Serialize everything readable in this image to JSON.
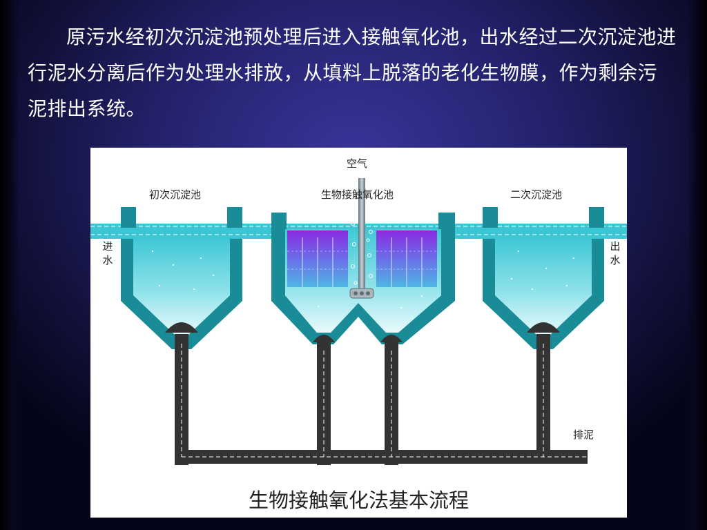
{
  "paragraph": "原污水经初次沉淀池预处理后进入接触氧化池，出水经过二次沉淀池进行泥水分离后作为处理水排放，从填料上脱落的老化生物膜，作为剩余污泥排出系统。",
  "diagram": {
    "labels": {
      "air": "空气",
      "primary_tank": "初次沉淀池",
      "contact_tank": "生物接触氧化池",
      "secondary_tank": "二次沉淀池",
      "inlet": "进水",
      "outlet": "出水",
      "sludge": "排泥"
    },
    "caption": "生物接触氧化法基本流程",
    "colors": {
      "water": "#5fd2de",
      "tank_wall": "#1a8c98",
      "media": "#7b55d8",
      "pipe": "#333333"
    }
  }
}
